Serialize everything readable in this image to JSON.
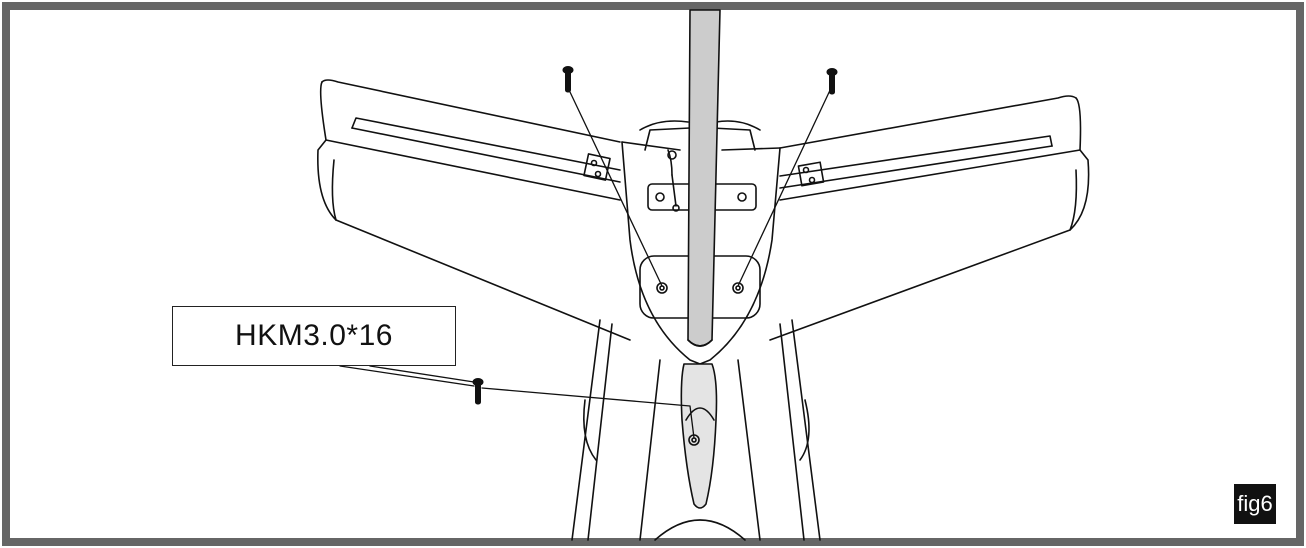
{
  "callout": {
    "part_code": "HKM3.0*16"
  },
  "figure": {
    "label": "fig6"
  },
  "colors": {
    "frame": "#666666",
    "line": "#111111",
    "rod_fill": "#cccccc",
    "label_bg": "#111111",
    "label_text": "#ffffff"
  },
  "parts": {
    "screws": 3,
    "icon": "screw-icon"
  }
}
